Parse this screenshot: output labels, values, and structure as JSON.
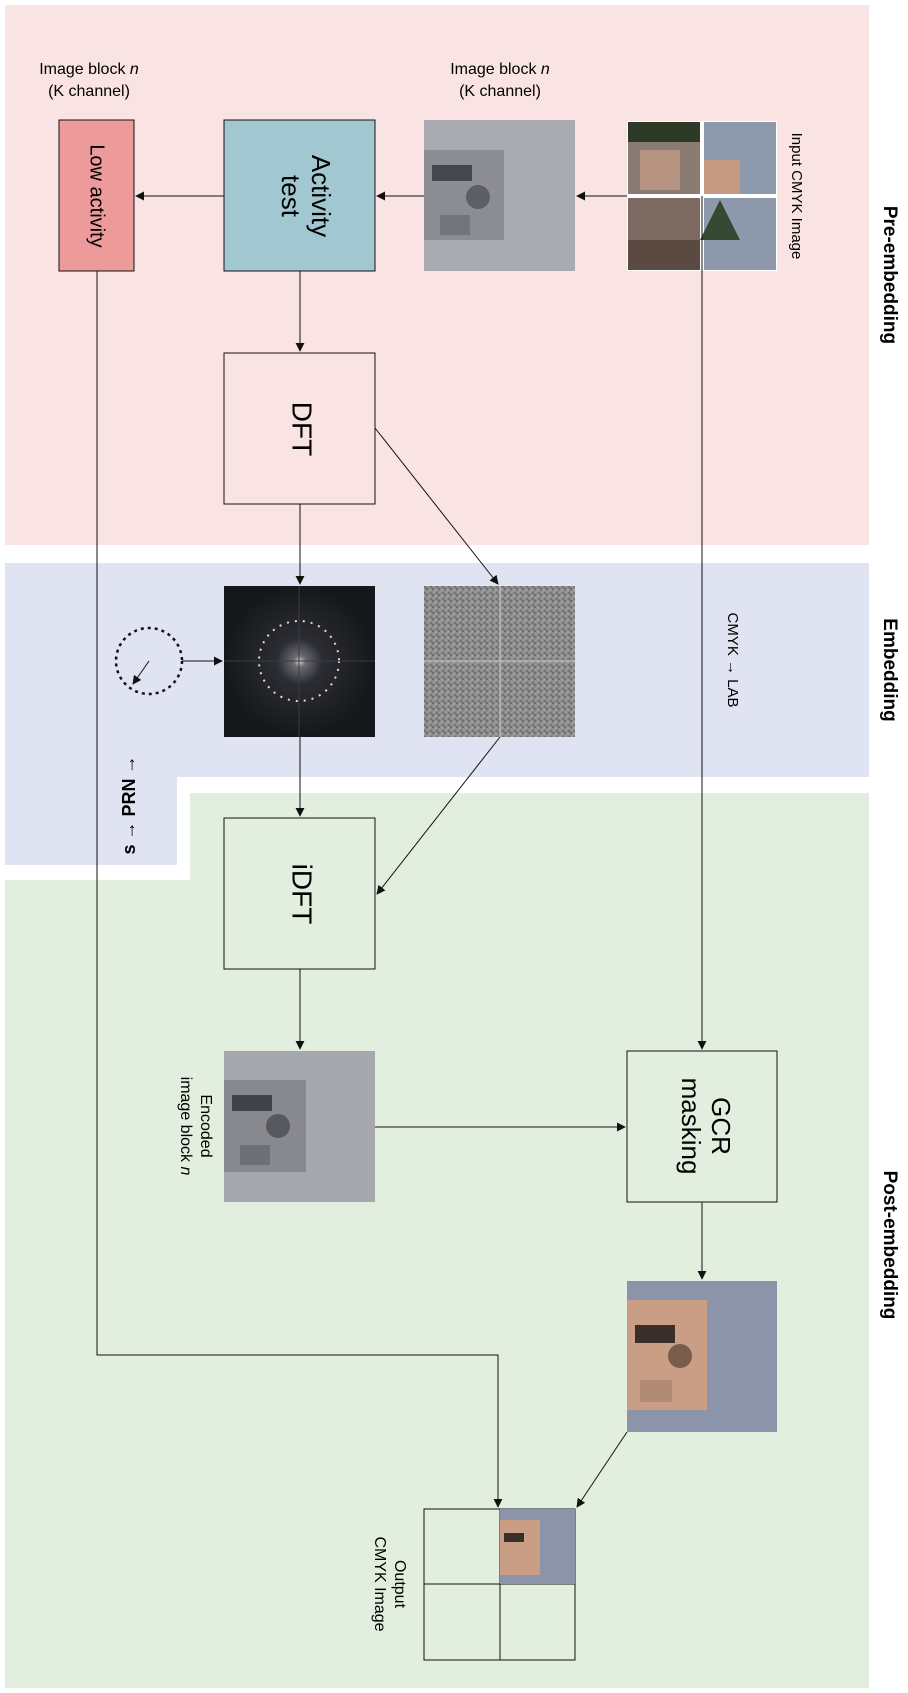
{
  "sections": {
    "pre": "Pre-embedding",
    "embedding": "Embedding",
    "post": "Post-embedding"
  },
  "labels": {
    "input_image": "Input CMYK Image",
    "block_a_line1": "Image block ",
    "block_a_n": "n",
    "block_a_line2": "(K channel)",
    "block_b_line1": "Image block ",
    "block_b_n": "n",
    "block_b_line2": "(K channel)",
    "cmyk_lab": "CMYK → LAB",
    "prn_chain": "s  →  PRN  →",
    "encoded_line1": "Encoded",
    "encoded_line2": "image block ",
    "encoded_n": "n",
    "output_line1": "Output",
    "output_line2": "CMYK Image"
  },
  "boxes": {
    "activity": [
      "Activity",
      "test"
    ],
    "low_activity": "Low activity",
    "dft": "DFT",
    "idft": "iDFT",
    "gcr": [
      "GCR",
      "masking"
    ]
  },
  "colors": {
    "pre_bg": "#fae3e3",
    "embed_bg": "#dfe3f2",
    "post_bg": "#e2efdf",
    "activity_fill": "#a1c8d0",
    "low_activity_fill": "#ed9a9b"
  }
}
